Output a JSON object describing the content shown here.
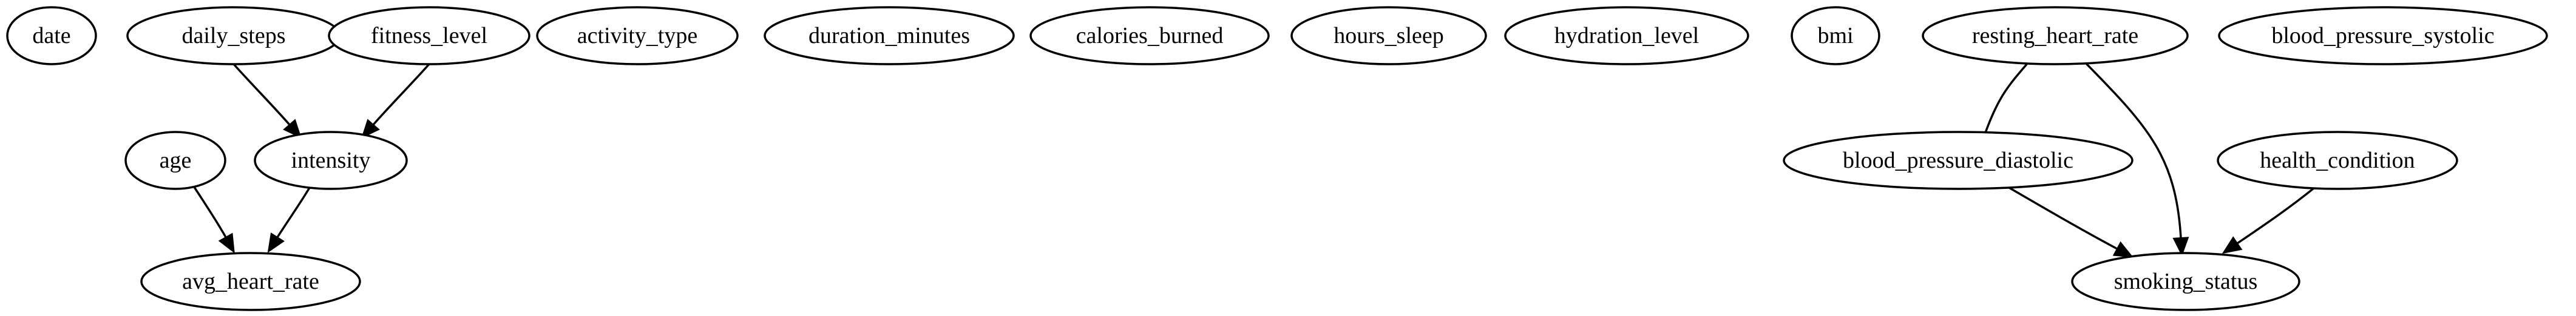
{
  "diagram": {
    "nodes": [
      {
        "id": "date",
        "label": "date"
      },
      {
        "id": "daily_steps",
        "label": "daily_steps"
      },
      {
        "id": "fitness_level",
        "label": "fitness_level"
      },
      {
        "id": "activity_type",
        "label": "activity_type"
      },
      {
        "id": "duration_minutes",
        "label": "duration_minutes"
      },
      {
        "id": "calories_burned",
        "label": "calories_burned"
      },
      {
        "id": "hours_sleep",
        "label": "hours_sleep"
      },
      {
        "id": "hydration_level",
        "label": "hydration_level"
      },
      {
        "id": "bmi",
        "label": "bmi"
      },
      {
        "id": "resting_heart_rate",
        "label": "resting_heart_rate"
      },
      {
        "id": "blood_pressure_systolic",
        "label": "blood_pressure_systolic"
      },
      {
        "id": "age",
        "label": "age"
      },
      {
        "id": "intensity",
        "label": "intensity"
      },
      {
        "id": "blood_pressure_diastolic",
        "label": "blood_pressure_diastolic"
      },
      {
        "id": "health_condition",
        "label": "health_condition"
      },
      {
        "id": "avg_heart_rate",
        "label": "avg_heart_rate"
      },
      {
        "id": "smoking_status",
        "label": "smoking_status"
      }
    ],
    "edges": [
      {
        "from": "daily_steps",
        "to": "intensity",
        "directed": true
      },
      {
        "from": "fitness_level",
        "to": "intensity",
        "directed": true
      },
      {
        "from": "age",
        "to": "avg_heart_rate",
        "directed": true
      },
      {
        "from": "intensity",
        "to": "avg_heart_rate",
        "directed": true
      },
      {
        "from": "resting_heart_rate",
        "to": "blood_pressure_diastolic",
        "directed": false
      },
      {
        "from": "resting_heart_rate",
        "to": "smoking_status",
        "directed": true
      },
      {
        "from": "blood_pressure_diastolic",
        "to": "smoking_status",
        "directed": true
      },
      {
        "from": "health_condition",
        "to": "smoking_status",
        "directed": true
      }
    ]
  }
}
